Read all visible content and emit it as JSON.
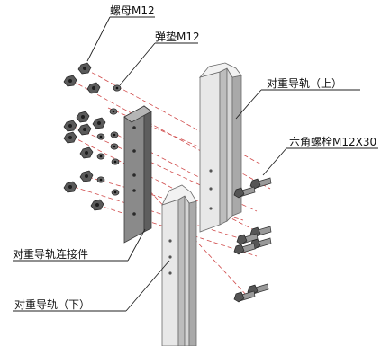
{
  "labels": {
    "nut": "螺母M12",
    "washer": "弹垫M12",
    "upper_rail": "对重导轨（上）",
    "bolt": "六角螺栓M12X30",
    "connector": "对重导轨连接件",
    "lower_rail": "对重导轨（下）"
  },
  "colors": {
    "guide_line": "#d04a4a",
    "rail_light": "#e6e6e6",
    "rail_mid": "#cfcfcf",
    "rail_dark": "#a8a8a8",
    "plate_dark": "#6e6e6e",
    "part_dark": "#4a4a4a"
  }
}
